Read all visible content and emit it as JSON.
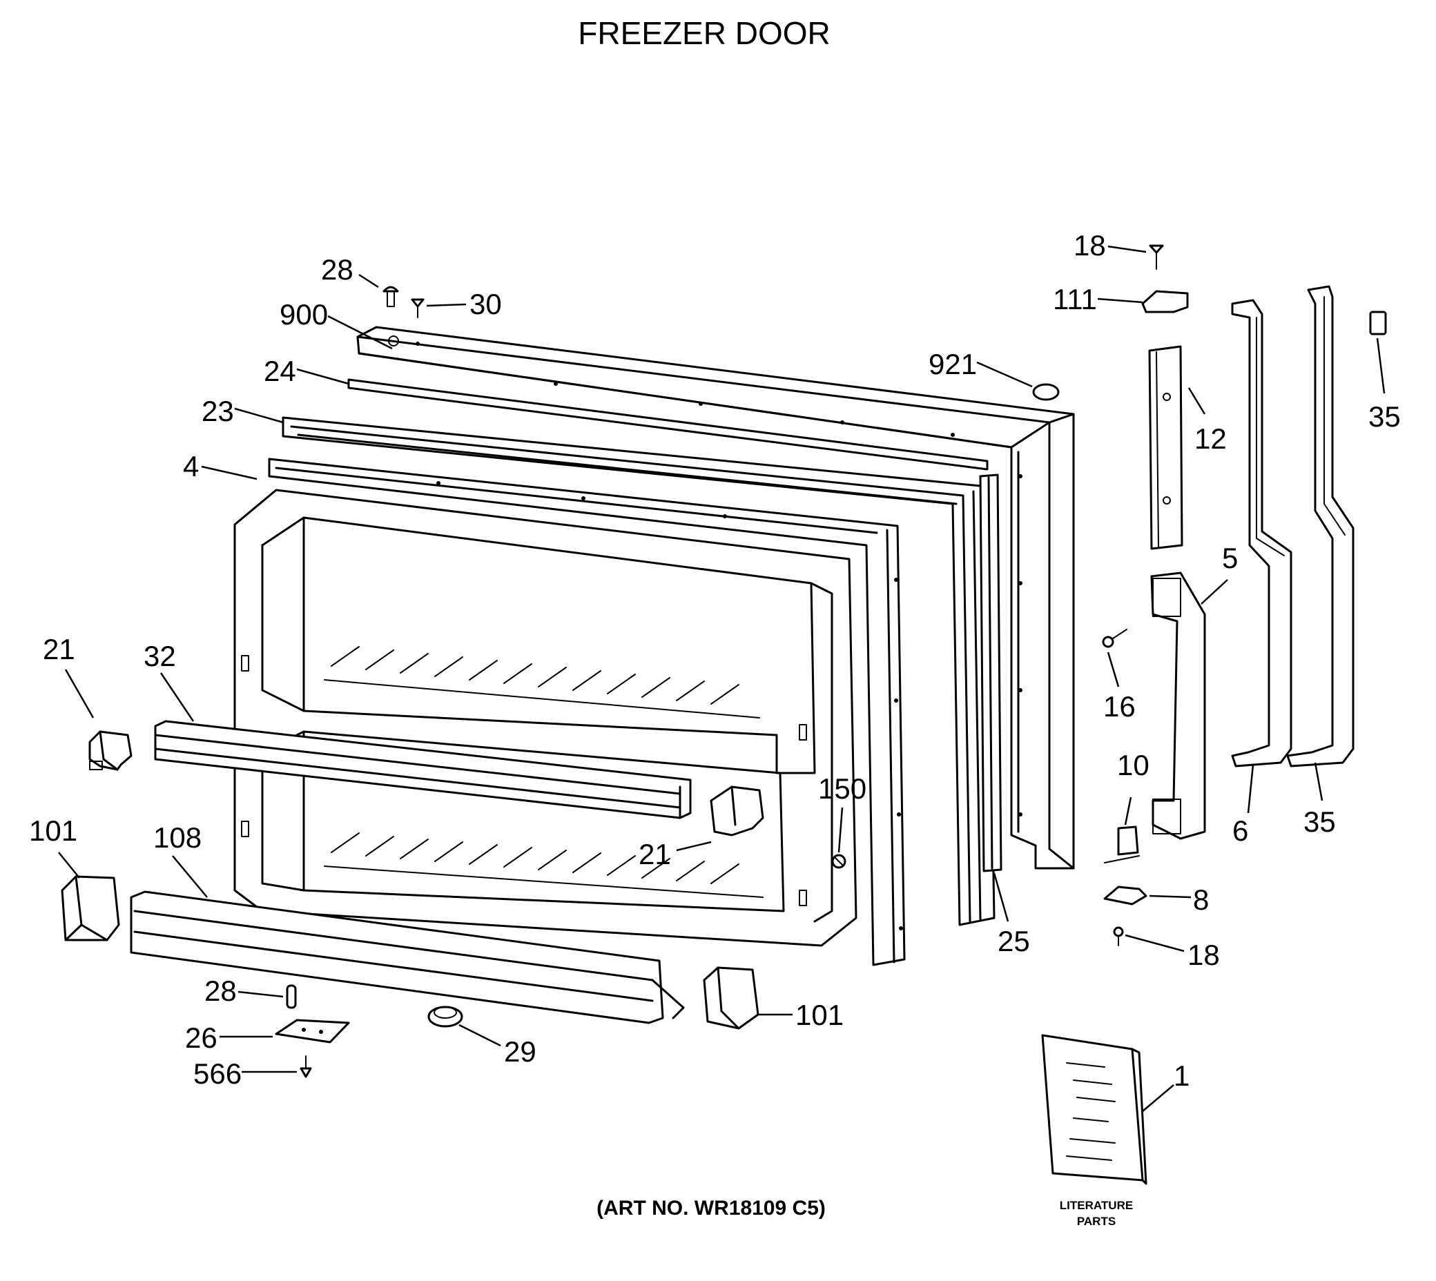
{
  "title": "FREEZER DOOR",
  "art_number": "(ART NO. WR18109 C5)",
  "literature": {
    "line1": "LITERATURE",
    "line2": "PARTS"
  },
  "callouts": [
    {
      "id": "c-18-top",
      "label": "18"
    },
    {
      "id": "c-28-top",
      "label": "28"
    },
    {
      "id": "c-30",
      "label": "30"
    },
    {
      "id": "c-111",
      "label": "111"
    },
    {
      "id": "c-900",
      "label": "900"
    },
    {
      "id": "c-24",
      "label": "24"
    },
    {
      "id": "c-921",
      "label": "921"
    },
    {
      "id": "c-35-top",
      "label": "35"
    },
    {
      "id": "c-12",
      "label": "12"
    },
    {
      "id": "c-23",
      "label": "23"
    },
    {
      "id": "c-4",
      "label": "4"
    },
    {
      "id": "c-5",
      "label": "5"
    },
    {
      "id": "c-21-left",
      "label": "21"
    },
    {
      "id": "c-32",
      "label": "32"
    },
    {
      "id": "c-16",
      "label": "16"
    },
    {
      "id": "c-10",
      "label": "10"
    },
    {
      "id": "c-150",
      "label": "150"
    },
    {
      "id": "c-101-left",
      "label": "101"
    },
    {
      "id": "c-108",
      "label": "108"
    },
    {
      "id": "c-21-mid",
      "label": "21"
    },
    {
      "id": "c-6",
      "label": "6"
    },
    {
      "id": "c-35-bot",
      "label": "35"
    },
    {
      "id": "c-8",
      "label": "8"
    },
    {
      "id": "c-25",
      "label": "25"
    },
    {
      "id": "c-18-bot",
      "label": "18"
    },
    {
      "id": "c-28-bot",
      "label": "28"
    },
    {
      "id": "c-101-right",
      "label": "101"
    },
    {
      "id": "c-26",
      "label": "26"
    },
    {
      "id": "c-29",
      "label": "29"
    },
    {
      "id": "c-566",
      "label": "566"
    },
    {
      "id": "c-1",
      "label": "1"
    }
  ]
}
